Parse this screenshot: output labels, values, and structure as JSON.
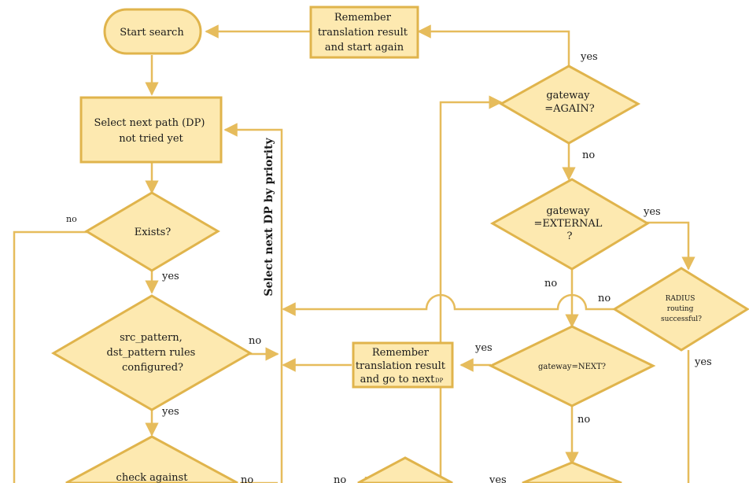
{
  "nodes": {
    "start": [
      "Start search"
    ],
    "remember_again": [
      "Remember",
      "translation result",
      "and start again"
    ],
    "select_path": [
      "Select next path (DP)",
      "not tried yet"
    ],
    "exists": [
      "Exists?"
    ],
    "patterns": [
      "src_pattern,",
      "dst_pattern rules",
      "configured?"
    ],
    "check": [
      "check against"
    ],
    "gw_again": [
      "gateway",
      "=AGAIN?"
    ],
    "gw_external": [
      "gateway",
      "=EXTERNAL",
      "?"
    ],
    "radius": [
      "RADIUS",
      "routing",
      "successful?"
    ],
    "gw_next": [
      "gateway=NEXT?"
    ],
    "remember_next": [
      "Remember",
      "translation result",
      "and go to next"
    ],
    "remember_next_tail": "DP"
  },
  "labels": {
    "yes": "yes",
    "no": "no"
  },
  "side_label": "Select next  DP by priority"
}
